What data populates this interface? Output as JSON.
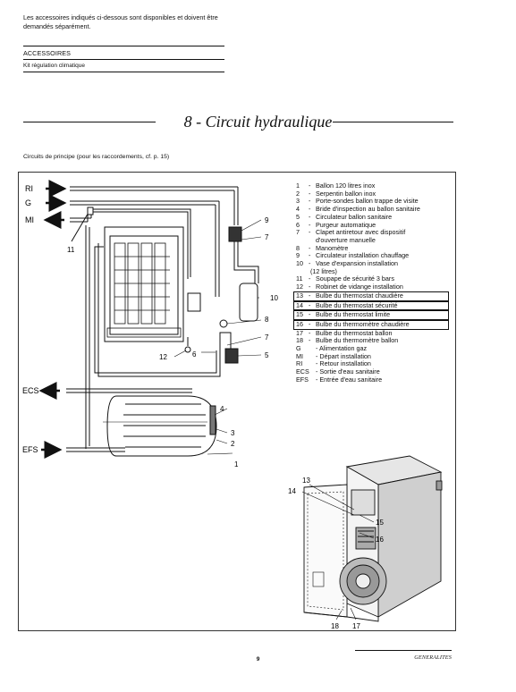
{
  "intro_text": "Les accessoires indiqués ci-dessous sont disponibles et doivent être demandés séparément.",
  "accessories": {
    "header": "ACCESSOIRES",
    "item": "Kit régulation climatique"
  },
  "section_title": "8 - Circuit hydraulique",
  "subtitle": "Circuits de principe (pour les raccordements, cf. p. 15)",
  "diagram": {
    "connections": [
      "RI",
      "G",
      "MI",
      "ECS",
      "EFS"
    ],
    "callouts": [
      "1",
      "2",
      "3",
      "4",
      "5",
      "6",
      "7",
      "8",
      "9",
      "10",
      "11",
      "12"
    ],
    "detail_callouts": [
      "13",
      "14",
      "15",
      "16",
      "17",
      "18"
    ]
  },
  "legend": {
    "items_a": [
      {
        "n": "1",
        "t": "Ballon 120 litres inox"
      },
      {
        "n": "2",
        "t": "Serpentin ballon inox"
      },
      {
        "n": "3",
        "t": "Porte-sondes ballon trappe de visite"
      },
      {
        "n": "4",
        "t": "Bride d'inspection au ballon sanitaire"
      },
      {
        "n": "5",
        "t": "Circulateur ballon sanitaire"
      },
      {
        "n": "6",
        "t": "Purgeur automatique"
      },
      {
        "n": "7",
        "t": "Clapet antiretour avec dispositif"
      }
    ],
    "item7_cont": "d'ouverture manuelle",
    "items_b": [
      {
        "n": "8",
        "t": "Manomètre"
      },
      {
        "n": "9",
        "t": "Circulateur installation chauffage"
      },
      {
        "n": "10",
        "t": "Vase d'expansion installation"
      }
    ],
    "item10_cont": "(12 litres)",
    "items_c": [
      {
        "n": "11",
        "t": "Soupape de sécurité 3 bars"
      },
      {
        "n": "12",
        "t": "Robinet de vidange installation"
      }
    ],
    "items_boxed": [
      {
        "n": "13",
        "t": "Bulbe du thermostat chaudière"
      },
      {
        "n": "14",
        "t": "Bulbe du thermostat sécurité"
      },
      {
        "n": "15",
        "t": "Bulbe du thermostat limite"
      },
      {
        "n": "16",
        "t": "Bulbe du thermomètre chaudière"
      }
    ],
    "items_d": [
      {
        "n": "17",
        "t": "Bulbe du thermostat ballon"
      },
      {
        "n": "18",
        "t": "Bulbe du thermomètre ballon"
      }
    ],
    "codes": [
      {
        "c": "G",
        "t": "- Alimentation gaz"
      },
      {
        "c": "MI",
        "t": "- Départ installation"
      },
      {
        "c": "RI",
        "t": "- Retour installation"
      },
      {
        "c": "ECS",
        "t": "- Sortie d'eau sanitaire"
      },
      {
        "c": "EFS",
        "t": "- Entrée d'eau sanitaire"
      }
    ]
  },
  "page_number": "9",
  "footer": "GENERALITES"
}
